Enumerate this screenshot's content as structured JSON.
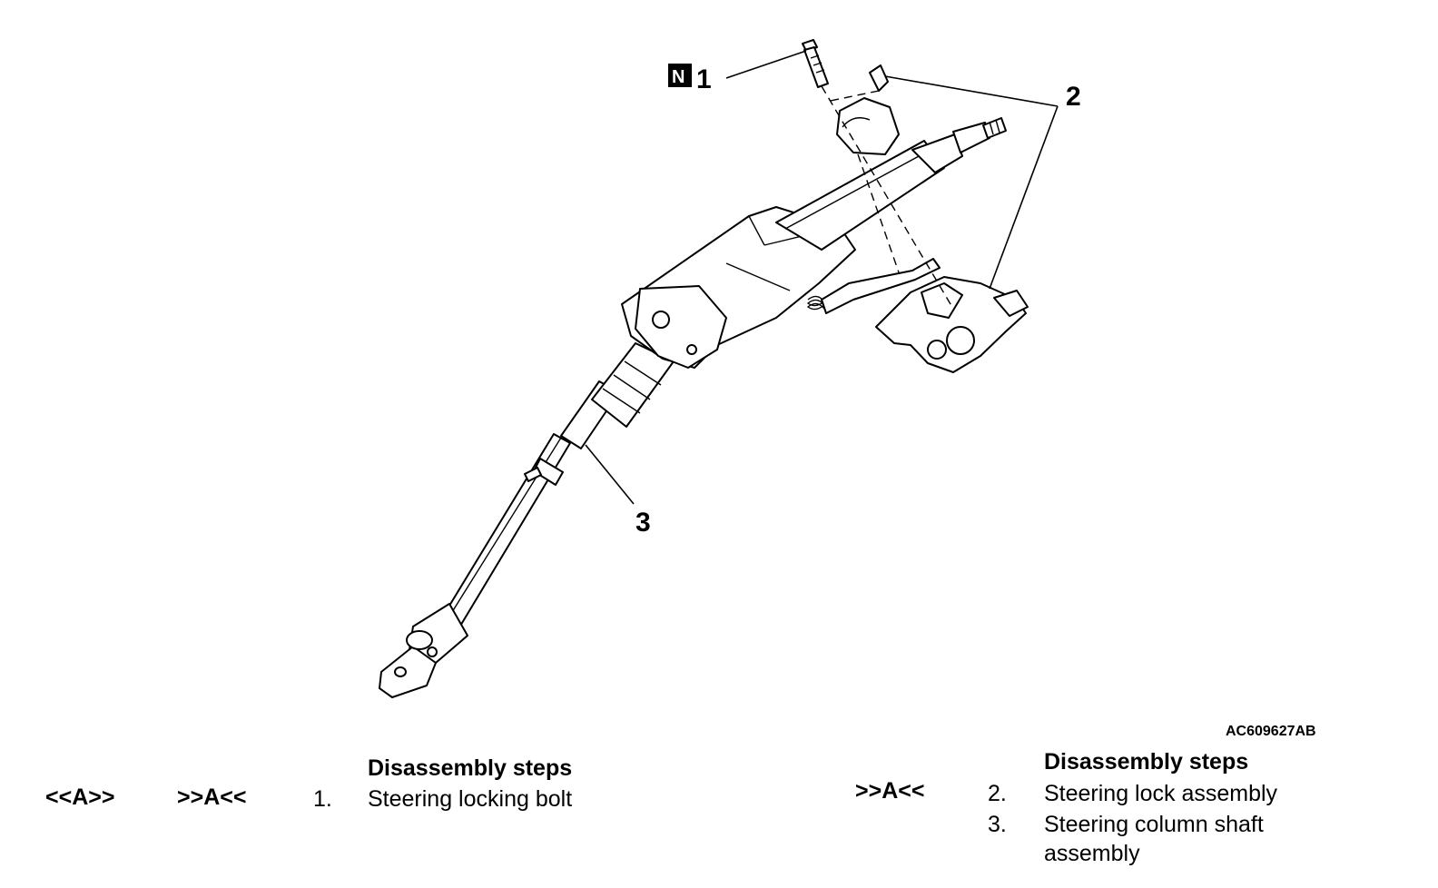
{
  "figure": {
    "code": "AC609627AB",
    "callouts": [
      "1",
      "2",
      "3"
    ],
    "n_marker": "N"
  },
  "left_steps": {
    "heading": "Disassembly steps",
    "rows": [
      {
        "removal": "<<A>>",
        "install": ">>A<<",
        "num": "1.",
        "text": "Steering locking bolt"
      }
    ]
  },
  "right_steps": {
    "heading": "Disassembly steps",
    "rows": [
      {
        "install": ">>A<<",
        "num": "2.",
        "text": "Steering lock assembly"
      },
      {
        "num": "3.",
        "text": "Steering column shaft",
        "text2": "assembly"
      }
    ]
  }
}
